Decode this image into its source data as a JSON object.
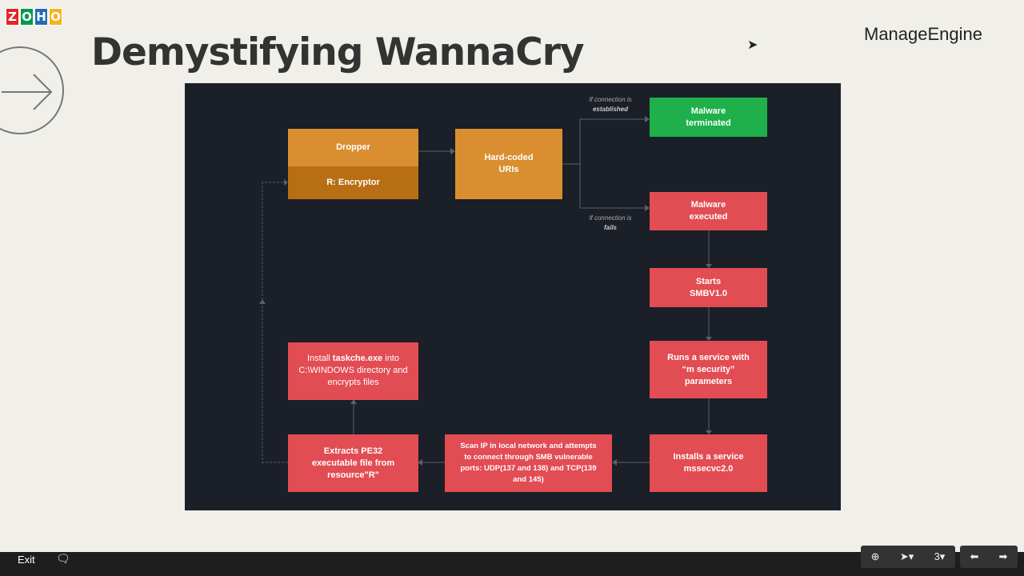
{
  "header": {
    "logo_letters": [
      "Z",
      "O",
      "H",
      "O"
    ],
    "title": "Demystifying WannaCry",
    "brand": "ManageEngine"
  },
  "colors": {
    "orange": "#d98f30",
    "dark_orange": "#b86f13",
    "red": "#e24c53",
    "green": "#1fb04b"
  },
  "diagram": {
    "dropper": "Dropper",
    "encryptor": "R: Encryptor",
    "uris": "Hard-coded URIs",
    "note_established_a": "If connection is",
    "note_established_b": "established",
    "note_fails_a": "If connection is",
    "note_fails_b": "fails",
    "terminated": "Malware terminated",
    "executed": "Malware executed",
    "smb": "Starts SMBV1.0",
    "runs_a": "Runs a service with",
    "runs_b": "“m security”",
    "runs_c": "parameters",
    "installs_a": "Installs a service",
    "installs_b": "mssecvc2.0",
    "scan": "Scan IP in local network and attempts to connect through SMB vulnerable ports: UDP(137 and 138) and TCP(139 and 145)",
    "extracts": "Extracts PE32 executable file from resource\"R\"",
    "taskche_a": "Install ",
    "taskche_b": "taskche.exe",
    "taskche_c": " into C:\\WINDOWS directory and encrypts files"
  },
  "toolbar": {
    "exit": "Exit",
    "page": "3"
  }
}
